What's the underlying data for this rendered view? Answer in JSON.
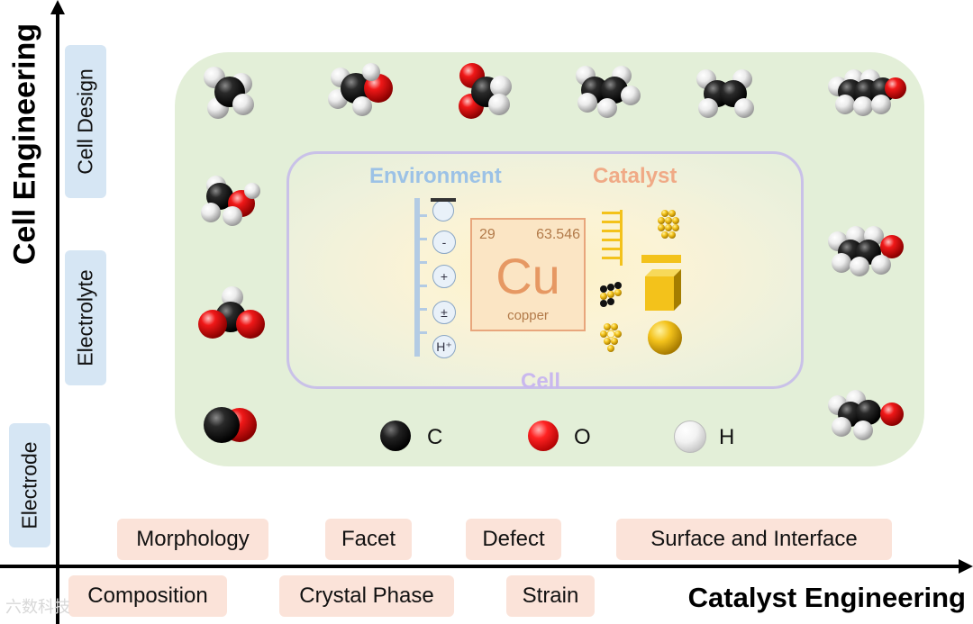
{
  "axes": {
    "y_title": "Cell Engineering",
    "x_title": "Catalyst Engineering"
  },
  "cell_engineering": [
    "Cell Design",
    "Electrolyte",
    "Electrode"
  ],
  "catalyst_engineering": {
    "upper_row": [
      "Morphology",
      "Facet",
      "Defect",
      "Surface and Interface"
    ],
    "lower_row": [
      "Composition",
      "Crystal Phase",
      "Strain"
    ]
  },
  "center": {
    "environment_label": "Environment",
    "catalyst_label": "Catalyst",
    "cell_label": "Cell",
    "element": {
      "number": "29",
      "mass": "63.546",
      "symbol": "Cu",
      "name": "copper"
    },
    "ions": [
      "-",
      "+",
      "±",
      "H⁺"
    ]
  },
  "legend": [
    {
      "symbol": "C",
      "color": "#111111"
    },
    {
      "symbol": "O",
      "color": "#e81010"
    },
    {
      "symbol": "H",
      "color": "#f2f2f2"
    }
  ],
  "colors": {
    "panel_green": "#e3efd8",
    "cell_border": "#c9c1e8",
    "environment": "#9cc2e6",
    "catalyst": "#f0aa86",
    "catalyst_gold": "#f3c21b",
    "pill_blue": "#d6e6f4",
    "pill_peach": "#fbe3d9"
  },
  "watermark": "六数科技"
}
